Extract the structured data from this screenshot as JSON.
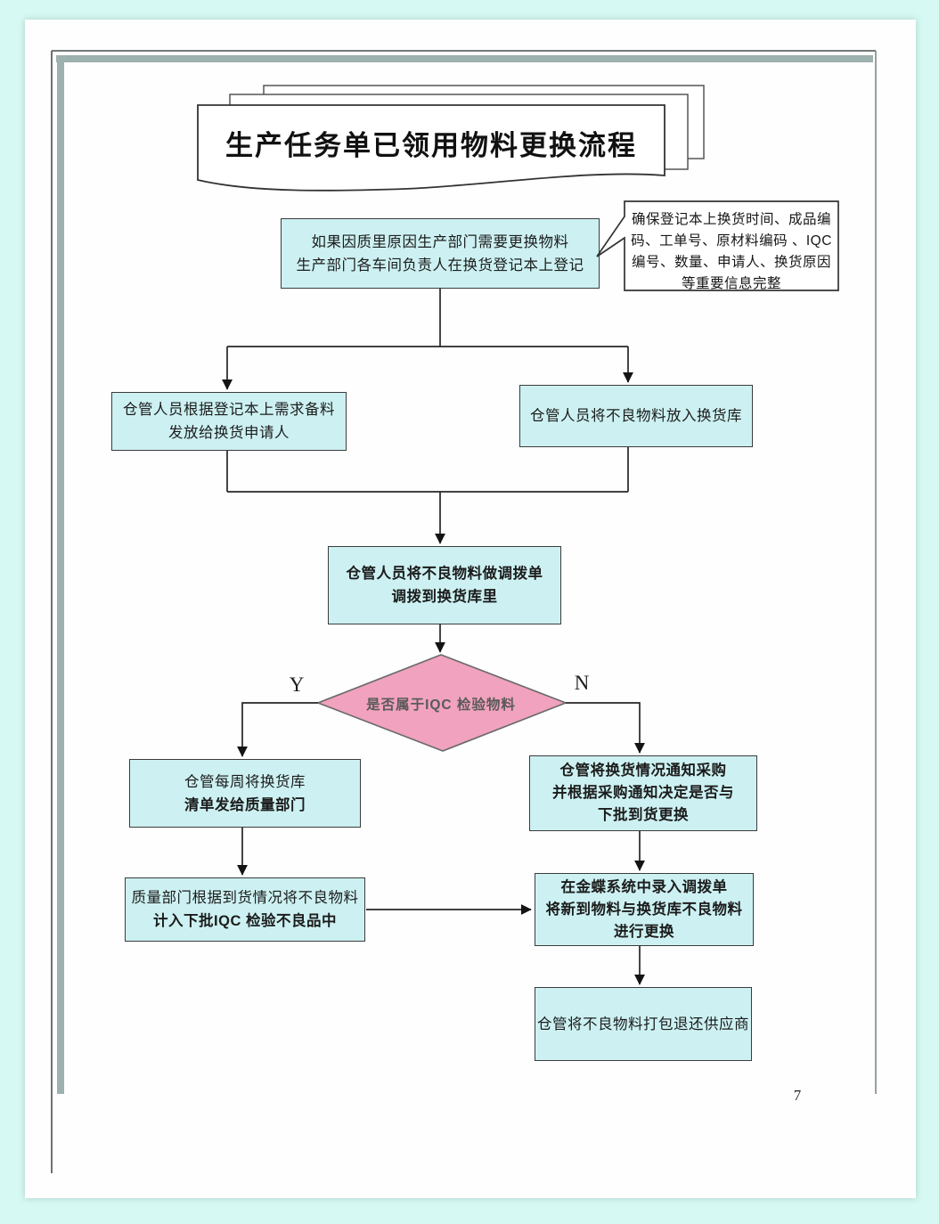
{
  "title": "生产任务单已领用物料更换流程",
  "callout_note": "确保登记本上换货时间、成品编码、工单号、原材料编码 、IQC 编号、数量、申请人、换货原因等重要信息完整",
  "decision": {
    "text": "是否属于IQC 检验物料",
    "yes_label": "Y",
    "no_label": "N"
  },
  "nodes": {
    "register": {
      "lines": [
        "如果因质里原因生产部门需要更换物料",
        "生产部门各车间负责人在换货登记本上登记"
      ]
    },
    "prepare": {
      "lines": [
        "仓管人员根据登记本上需求备料",
        "发放给换货申请人"
      ]
    },
    "put_into_exchange_store": {
      "lines": [
        "仓管人员将不良物料放入换货库"
      ]
    },
    "transfer_order": {
      "lines": [
        "仓管人员将不良物料做调拨单",
        "调拨到换货库里"
      ]
    },
    "weekly_list": {
      "lines": [
        "仓管每周将换货库",
        "清单发给质量部门"
      ]
    },
    "notify_purchasing": {
      "lines": [
        "仓管将换货情况通知采购",
        "并根据采购通知决定是否与",
        "下批到货更换"
      ]
    },
    "quality_iqc": {
      "lines": [
        "质量部门根据到货情况将不良物料",
        "计入下批IQC 检验不良品中"
      ]
    },
    "kingdee_entry": {
      "lines": [
        "在金蝶系统中录入调拨单",
        "将新到物料与换货库不良物料",
        "进行更换"
      ]
    },
    "return_supplier": {
      "lines": [
        "仓管将不良物料打包退还供应商"
      ]
    }
  },
  "page": {
    "number": "7"
  },
  "colors": {
    "canvas_bg": "#d6f9f3",
    "page_bg": "#fefefe",
    "frame_bar": "#9db1af",
    "frame_line": "#474f4e",
    "box_fill": "#cdf1f2",
    "box_border": "#3b3b3b",
    "diamond_fill": "#f1a2be",
    "diamond_border": "#6b6b6b",
    "connector": "#262626",
    "text": "#1c1c1c"
  }
}
